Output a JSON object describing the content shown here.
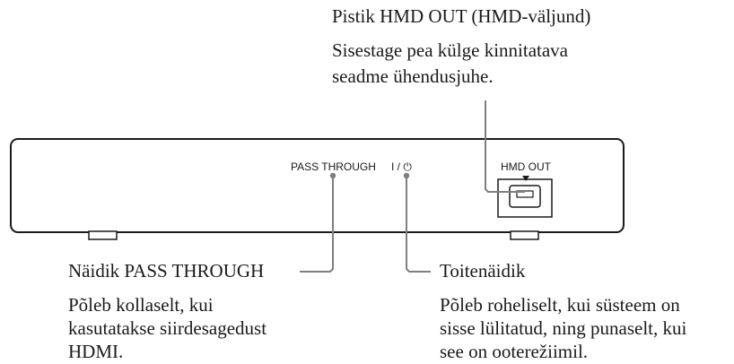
{
  "hmd_out_callout": {
    "title": "Pistik HMD OUT (HMD-väljund)",
    "desc_lines": [
      "Sisestage pea külge kinnitatava",
      "seadme ühendusjuhe."
    ]
  },
  "device_labels": {
    "pass_through": "PASS THROUGH",
    "power": "I / ⏻",
    "hmd_out": "HMD OUT"
  },
  "pass_through_callout": {
    "title": "Näidik PASS THROUGH",
    "desc_lines": [
      "Põleb kollaselt, kui",
      "kasutatakse siirdesagedust",
      "HDMI."
    ]
  },
  "power_callout": {
    "title": "Toitenäidik",
    "desc_lines": [
      "Põleb roheliselt, kui süsteem on",
      "sisse lülitatud, ning punaselt, kui",
      "see on ooterežiimil."
    ]
  },
  "colors": {
    "line": "#7f7f7f",
    "outline": "#1a1a1a"
  }
}
